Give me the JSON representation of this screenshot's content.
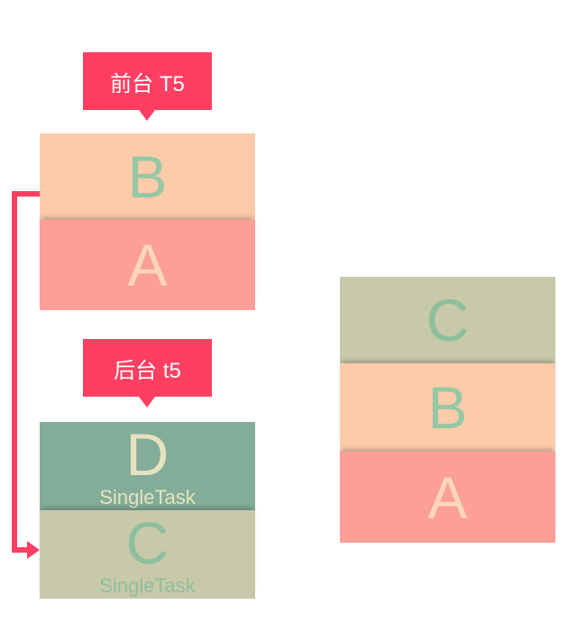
{
  "foreground_label": "前台 T5",
  "background_label": "后台 t5",
  "left_stack": {
    "blocks": [
      {
        "letter": "B",
        "sub": "",
        "fill": "#fbcbaa",
        "text_color": "#96c7a5"
      },
      {
        "letter": "A",
        "sub": "",
        "fill": "#fb9f97",
        "text_color": "#fbd6ba"
      },
      {
        "letter": "D",
        "sub": "SingleTask",
        "fill": "#83ad99",
        "text_color": "#e6e2c0"
      },
      {
        "letter": "C",
        "sub": "SingleTask",
        "fill": "#c8c9a9",
        "text_color": "#8dbf9c"
      }
    ]
  },
  "right_stack": {
    "blocks": [
      {
        "letter": "C",
        "fill": "#c8c9a9",
        "text_color": "#8dbf9c"
      },
      {
        "letter": "B",
        "fill": "#fbcbaa",
        "text_color": "#96c7a5"
      },
      {
        "letter": "A",
        "fill": "#fb9f97",
        "text_color": "#fbd6ba"
      }
    ]
  },
  "arrow_color": "#ff3f62"
}
